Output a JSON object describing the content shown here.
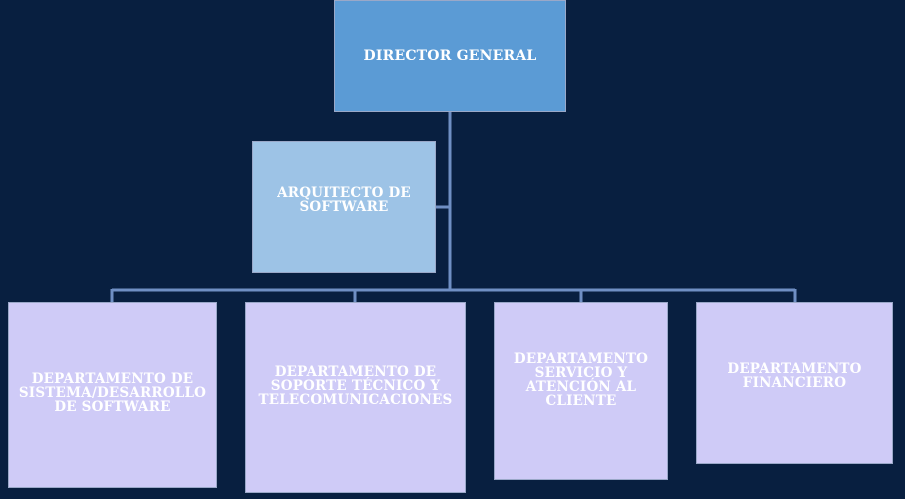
{
  "nodes": {
    "director": "DIRECTOR GENERAL",
    "arquitecto": "ARQUITECTO DE SOFTWARE",
    "dep_sistemas": "DEPARTAMENTO DE SISTEMA/DESARROLLO DE SOFTWARE",
    "dep_soporte": "DEPARTAMENTO DE SOPORTE TÉCNICO Y TELECOMUNICACIONES",
    "dep_servicio": "DEPARTAMENTO SERVICIO Y ATENCIÓN AL CLIENTE",
    "dep_financiero": "DEPARTAMENTO FINANCIERO"
  },
  "colors": {
    "background": "#081f40",
    "director": "#5b9bd5",
    "assistant": "#9dc3e6",
    "department": "#cfcbf7",
    "connector": "#6f8fc4"
  }
}
